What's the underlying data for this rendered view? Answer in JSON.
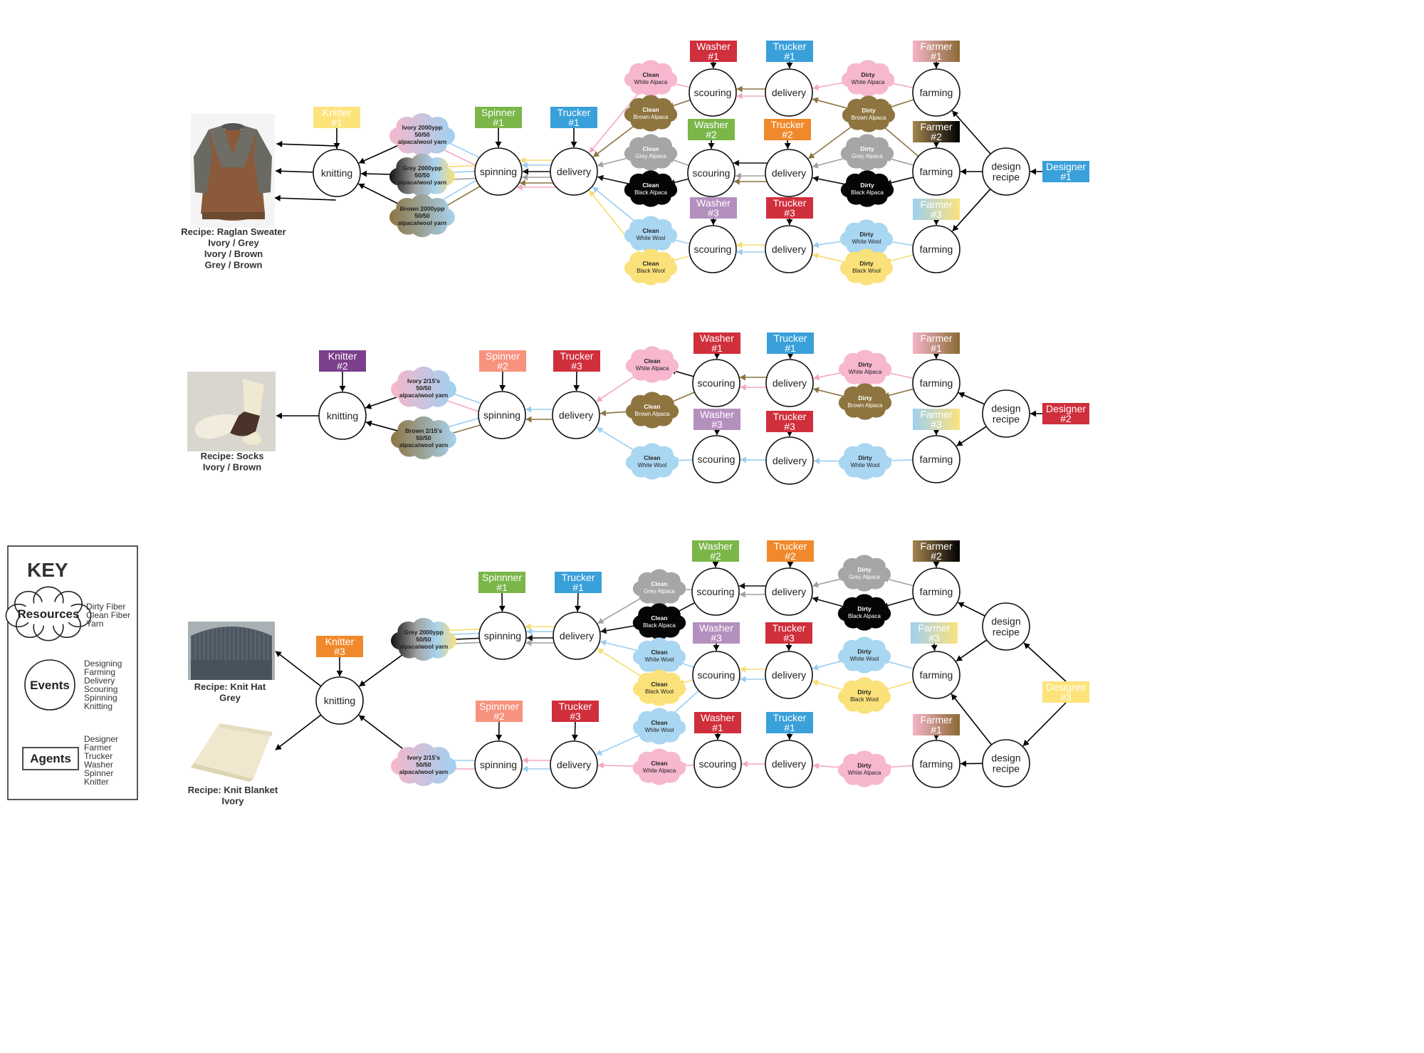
{
  "colors": {
    "yellow": "#fde37a",
    "purple": "#7b3f8c",
    "orange": "#f0892b",
    "green": "#7ab648",
    "salmon": "#f7927e",
    "blue": "#3aa0da",
    "red": "#d02f3c",
    "lilac": "#b490be",
    "pinkCloud": "#f6b7cf",
    "brownCloud": "#8e7540",
    "greyCloud": "#a6a6a6",
    "blackCloud": "#050505",
    "blueCloud": "#a9d6f1",
    "yellowCloud": "#fbe17a",
    "linkPink": "#f2a8c2",
    "linkBrown": "#8b7440",
    "linkGrey": "#a0a0a0",
    "linkBlack": "#111111",
    "linkBlue": "#9bcdf0",
    "linkYellow": "#f6dc6f"
  },
  "icons": [
    "sweater-photo",
    "socks-photo",
    "knit-hat-photo",
    "knit-blanket-photo"
  ],
  "sections": [
    {
      "caption": [
        "Recipe: Raglan Sweater",
        "Ivory / Grey",
        "Ivory / Brown",
        "Grey / Brown"
      ],
      "events": [
        {
          "id": "s1-knitting",
          "label": [
            "knitting"
          ]
        },
        {
          "id": "s1-spinning",
          "label": [
            "spinning"
          ]
        },
        {
          "id": "s1-delivery-spin",
          "label": [
            "delivery"
          ]
        },
        {
          "id": "s1-scouring-1",
          "label": [
            "scouring"
          ]
        },
        {
          "id": "s1-delivery-1",
          "label": [
            "delivery"
          ]
        },
        {
          "id": "s1-farming-1",
          "label": [
            "farming"
          ]
        },
        {
          "id": "s1-scouring-2",
          "label": [
            "scouring"
          ]
        },
        {
          "id": "s1-delivery-2",
          "label": [
            "delivery"
          ]
        },
        {
          "id": "s1-farming-2",
          "label": [
            "farming"
          ]
        },
        {
          "id": "s1-scouring-3",
          "label": [
            "scouring"
          ]
        },
        {
          "id": "s1-delivery-3",
          "label": [
            "delivery"
          ]
        },
        {
          "id": "s1-farming-3",
          "label": [
            "farming"
          ]
        },
        {
          "id": "s1-design",
          "label": [
            "design",
            "recipe"
          ]
        }
      ],
      "agents": [
        {
          "id": "s1-knitter",
          "label": [
            "Knitter",
            "#1"
          ],
          "color": "yellow",
          "text": "dark"
        },
        {
          "id": "s1-spinner",
          "label": [
            "Spinner",
            "#1"
          ],
          "color": "green"
        },
        {
          "id": "s1-trucker-spin",
          "label": [
            "Trucker",
            "#1"
          ],
          "color": "blue"
        },
        {
          "id": "s1-washer-1",
          "label": [
            "Washer",
            "#1"
          ],
          "color": "red"
        },
        {
          "id": "s1-trucker-1",
          "label": [
            "Trucker",
            "#1"
          ],
          "color": "blue"
        },
        {
          "id": "s1-farmer-1",
          "label": [
            "Farmer",
            "#1"
          ],
          "color": "farmer1"
        },
        {
          "id": "s1-washer-2",
          "label": [
            "Washer",
            "#2"
          ],
          "color": "green"
        },
        {
          "id": "s1-trucker-2",
          "label": [
            "Trucker",
            "#2"
          ],
          "color": "orange"
        },
        {
          "id": "s1-farmer-2",
          "label": [
            "Farmer",
            "#2"
          ],
          "color": "farmer2"
        },
        {
          "id": "s1-washer-3",
          "label": [
            "Washer",
            "#3"
          ],
          "color": "lilac"
        },
        {
          "id": "s1-trucker-3",
          "label": [
            "Trucker",
            "#3"
          ],
          "color": "red"
        },
        {
          "id": "s1-farmer-3",
          "label": [
            "Farmer",
            "#3"
          ],
          "color": "farmer3"
        },
        {
          "id": "s1-designer",
          "label": [
            "Designer",
            "#1"
          ],
          "color": "blue"
        }
      ],
      "clouds": [
        {
          "id": "s1-yarn-ivory",
          "label": [
            "Ivory 2000ypp",
            "50/50",
            "alpaca/wool yarn"
          ],
          "fill": "yarnIvory",
          "bold": [
            0,
            1,
            2
          ]
        },
        {
          "id": "s1-yarn-grey",
          "label": [
            "Grey 2000ypp",
            "50/50",
            "alpaca/wool yarn"
          ],
          "fill": "yarnGrey",
          "bold": [
            0,
            1,
            2
          ]
        },
        {
          "id": "s1-yarn-brown",
          "label": [
            "Brown 2000ypp",
            "50/50",
            "alpaca/wool yarn"
          ],
          "fill": "yarnBrown",
          "bold": [
            0,
            1,
            2
          ]
        },
        {
          "id": "s1-clean-white-alpaca",
          "label": [
            "Clean",
            "White Alpaca"
          ],
          "fill": "pinkCloud"
        },
        {
          "id": "s1-clean-brown-alpaca",
          "label": [
            "Clean",
            "Brown Alpaca"
          ],
          "fill": "brownCloud",
          "light": true
        },
        {
          "id": "s1-clean-grey-alpaca",
          "label": [
            "Clean",
            "Grey Alpaca"
          ],
          "fill": "greyCloud",
          "light": true
        },
        {
          "id": "s1-clean-black-alpaca",
          "label": [
            "Clean",
            "Black Alpaca"
          ],
          "fill": "blackCloud",
          "light": true
        },
        {
          "id": "s1-clean-white-wool",
          "label": [
            "Clean",
            "White Wool"
          ],
          "fill": "blueCloud"
        },
        {
          "id": "s1-clean-black-wool",
          "label": [
            "Clean",
            "Black Wool"
          ],
          "fill": "yellowCloud"
        },
        {
          "id": "s1-dirty-white-alpaca",
          "label": [
            "Dirty",
            "White Alpaca"
          ],
          "fill": "pinkCloud"
        },
        {
          "id": "s1-dirty-brown-alpaca",
          "label": [
            "Dirty",
            "Brown Alpaca"
          ],
          "fill": "brownCloud",
          "light": true
        },
        {
          "id": "s1-dirty-grey-alpaca",
          "label": [
            "Dirty",
            "Grey Alpaca"
          ],
          "fill": "greyCloud",
          "light": true
        },
        {
          "id": "s1-dirty-black-alpaca",
          "label": [
            "Dirty",
            "Black Alpaca"
          ],
          "fill": "blackCloud",
          "light": true
        },
        {
          "id": "s1-dirty-white-wool",
          "label": [
            "Dirty",
            "White Wool"
          ],
          "fill": "blueCloud"
        },
        {
          "id": "s1-dirty-black-wool",
          "label": [
            "Dirty",
            "Black Wool"
          ],
          "fill": "yellowCloud"
        }
      ]
    },
    {
      "caption": [
        "Recipe: Socks",
        "Ivory / Brown"
      ],
      "events": [
        {
          "id": "s2-knitting",
          "label": [
            "knitting"
          ]
        },
        {
          "id": "s2-spinning",
          "label": [
            "spinning"
          ]
        },
        {
          "id": "s2-delivery-spin",
          "label": [
            "delivery"
          ]
        },
        {
          "id": "s2-scouring-1",
          "label": [
            "scouring"
          ]
        },
        {
          "id": "s2-delivery-1",
          "label": [
            "delivery"
          ]
        },
        {
          "id": "s2-farming-1",
          "label": [
            "farming"
          ]
        },
        {
          "id": "s2-scouring-3",
          "label": [
            "scouring"
          ]
        },
        {
          "id": "s2-delivery-3",
          "label": [
            "delivery"
          ]
        },
        {
          "id": "s2-farming-3",
          "label": [
            "farming"
          ]
        },
        {
          "id": "s2-design",
          "label": [
            "design",
            "recipe"
          ]
        }
      ],
      "agents": [
        {
          "id": "s2-knitter",
          "label": [
            "Knitter",
            "#2"
          ],
          "color": "purple"
        },
        {
          "id": "s2-spinner",
          "label": [
            "Spinner",
            "#2"
          ],
          "color": "salmon"
        },
        {
          "id": "s2-trucker-spin",
          "label": [
            "Trucker",
            "#3"
          ],
          "color": "red"
        },
        {
          "id": "s2-washer-1",
          "label": [
            "Washer",
            "#1"
          ],
          "color": "red"
        },
        {
          "id": "s2-trucker-1",
          "label": [
            "Trucker",
            "#1"
          ],
          "color": "blue"
        },
        {
          "id": "s2-farmer-1",
          "label": [
            "Farmer",
            "#1"
          ],
          "color": "farmer1"
        },
        {
          "id": "s2-washer-3",
          "label": [
            "Washer",
            "#3"
          ],
          "color": "lilac"
        },
        {
          "id": "s2-trucker-3",
          "label": [
            "Trucker",
            "#3"
          ],
          "color": "red"
        },
        {
          "id": "s2-farmer-3",
          "label": [
            "Farmer",
            "#3"
          ],
          "color": "farmer3"
        },
        {
          "id": "s2-designer",
          "label": [
            "Designer",
            "#2"
          ],
          "color": "red"
        }
      ],
      "clouds": [
        {
          "id": "s2-yarn-ivory",
          "label": [
            "Ivory 2/15's",
            "50/50",
            "alpaca/wool yarn"
          ],
          "fill": "yarnIvory",
          "bold": [
            0,
            1,
            2
          ]
        },
        {
          "id": "s2-yarn-brown",
          "label": [
            "Brown 2/15's",
            "50/50",
            "alpaca/wool yarn"
          ],
          "fill": "yarnBrown",
          "bold": [
            0,
            1,
            2
          ]
        },
        {
          "id": "s2-clean-white-alpaca",
          "label": [
            "Clean",
            "White Alpaca"
          ],
          "fill": "pinkCloud"
        },
        {
          "id": "s2-clean-brown-alpaca",
          "label": [
            "Clean",
            "Brown Alpaca"
          ],
          "fill": "brownCloud",
          "light": true
        },
        {
          "id": "s2-clean-white-wool",
          "label": [
            "Clean",
            "White Wool"
          ],
          "fill": "blueCloud"
        },
        {
          "id": "s2-dirty-white-alpaca",
          "label": [
            "Dirty",
            "White Alpaca"
          ],
          "fill": "pinkCloud"
        },
        {
          "id": "s2-dirty-brown-alpaca",
          "label": [
            "Dirty",
            "Brown Alpaca"
          ],
          "fill": "brownCloud",
          "light": true
        },
        {
          "id": "s2-dirty-white-wool",
          "label": [
            "Dirty",
            "White Wool"
          ],
          "fill": "blueCloud"
        }
      ]
    },
    {
      "caption": [
        "Recipe: Knit Hat",
        "Grey"
      ],
      "caption2": [
        "Recipe: Knit Blanket",
        "Ivory"
      ],
      "events": [
        {
          "id": "s3-knitting",
          "label": [
            "knitting"
          ]
        },
        {
          "id": "s3-spinning-1",
          "label": [
            "spinning"
          ]
        },
        {
          "id": "s3-delivery-spin-1",
          "label": [
            "delivery"
          ]
        },
        {
          "id": "s3-scouring-2",
          "label": [
            "scouring"
          ]
        },
        {
          "id": "s3-delivery-2",
          "label": [
            "delivery"
          ]
        },
        {
          "id": "s3-farming-2",
          "label": [
            "farming"
          ]
        },
        {
          "id": "s3-scouring-3",
          "label": [
            "scouring"
          ]
        },
        {
          "id": "s3-delivery-3",
          "label": [
            "delivery"
          ]
        },
        {
          "id": "s3-farming-3",
          "label": [
            "farming"
          ]
        },
        {
          "id": "s3-design-1",
          "label": [
            "design",
            "recipe"
          ]
        },
        {
          "id": "s3-spinning-2",
          "label": [
            "spinning"
          ]
        },
        {
          "id": "s3-delivery-spin-2",
          "label": [
            "delivery"
          ]
        },
        {
          "id": "s3-scouring-1",
          "label": [
            "scouring"
          ]
        },
        {
          "id": "s3-delivery-1",
          "label": [
            "delivery"
          ]
        },
        {
          "id": "s3-farming-1",
          "label": [
            "farming"
          ]
        },
        {
          "id": "s3-design-2",
          "label": [
            "design",
            "recipe"
          ]
        }
      ],
      "agents": [
        {
          "id": "s3-knitter",
          "label": [
            "Knitter",
            "#3"
          ],
          "color": "orange"
        },
        {
          "id": "s3-spinner-1",
          "label": [
            "Spinnner",
            "#1"
          ],
          "color": "green"
        },
        {
          "id": "s3-trucker-spin-1",
          "label": [
            "Trucker",
            "#1"
          ],
          "color": "blue"
        },
        {
          "id": "s3-washer-2",
          "label": [
            "Washer",
            "#2"
          ],
          "color": "green"
        },
        {
          "id": "s3-trucker-2",
          "label": [
            "Trucker",
            "#2"
          ],
          "color": "orange"
        },
        {
          "id": "s3-farmer-2",
          "label": [
            "Farmer",
            "#2"
          ],
          "color": "farmer2"
        },
        {
          "id": "s3-washer-3",
          "label": [
            "Washer",
            "#3"
          ],
          "color": "lilac"
        },
        {
          "id": "s3-trucker-3",
          "label": [
            "Trucker",
            "#3"
          ],
          "color": "red"
        },
        {
          "id": "s3-farmer-3",
          "label": [
            "Farmer",
            "#3"
          ],
          "color": "farmer3"
        },
        {
          "id": "s3-spinner-2",
          "label": [
            "Spinnner",
            "#2"
          ],
          "color": "salmon"
        },
        {
          "id": "s3-trucker-spin-2",
          "label": [
            "Trucker",
            "#3"
          ],
          "color": "red"
        },
        {
          "id": "s3-washer-1",
          "label": [
            "Washer",
            "#1"
          ],
          "color": "red"
        },
        {
          "id": "s3-trucker-1",
          "label": [
            "Trucker",
            "#1"
          ],
          "color": "blue"
        },
        {
          "id": "s3-farmer-1",
          "label": [
            "Farmer",
            "#1"
          ],
          "color": "farmer1"
        },
        {
          "id": "s3-designer",
          "label": [
            "Designer",
            "#3"
          ],
          "color": "yellow",
          "text": "dark"
        }
      ],
      "clouds": [
        {
          "id": "s3-yarn-grey",
          "label": [
            "Grey 2000ypp",
            "50/50",
            "alpaca/wool yarn"
          ],
          "fill": "yarnGrey",
          "bold": [
            0,
            1,
            2
          ]
        },
        {
          "id": "s3-yarn-ivory",
          "label": [
            "Ivory 2/15's",
            "50/50",
            "alpaca/wool yarn"
          ],
          "fill": "yarnIvory",
          "bold": [
            0,
            1,
            2
          ]
        },
        {
          "id": "s3-clean-grey-alpaca",
          "label": [
            "Clean",
            "Grey Alpaca"
          ],
          "fill": "greyCloud",
          "light": true
        },
        {
          "id": "s3-clean-black-alpaca",
          "label": [
            "Clean",
            "Black Alpaca"
          ],
          "fill": "blackCloud",
          "light": true
        },
        {
          "id": "s3-clean-white-wool",
          "label": [
            "Clean",
            "White Wool"
          ],
          "fill": "blueCloud"
        },
        {
          "id": "s3-clean-black-wool",
          "label": [
            "Clean",
            "Black Wool"
          ],
          "fill": "yellowCloud"
        },
        {
          "id": "s3-clean-white-wool-2",
          "label": [
            "Clean",
            "White Wool"
          ],
          "fill": "blueCloud"
        },
        {
          "id": "s3-clean-white-alpaca",
          "label": [
            "Clean",
            "White Alpaca"
          ],
          "fill": "pinkCloud"
        },
        {
          "id": "s3-dirty-grey-alpaca",
          "label": [
            "Dirty",
            "Grey Alpaca"
          ],
          "fill": "greyCloud",
          "light": true
        },
        {
          "id": "s3-dirty-black-alpaca",
          "label": [
            "Dirty",
            "Black Alpaca"
          ],
          "fill": "blackCloud",
          "light": true
        },
        {
          "id": "s3-dirty-white-wool",
          "label": [
            "Dirty",
            "White Wool"
          ],
          "fill": "blueCloud"
        },
        {
          "id": "s3-dirty-black-wool",
          "label": [
            "Dirty",
            "Black Wool"
          ],
          "fill": "yellowCloud"
        },
        {
          "id": "s3-dirty-white-alpaca",
          "label": [
            "Dirty",
            "White Alpaca"
          ],
          "fill": "pinkCloud"
        }
      ]
    }
  ],
  "key": {
    "title": "KEY",
    "resources": {
      "label": "Resources",
      "items": [
        "Dirty Fiber",
        "Clean Fiber",
        "Yarn"
      ]
    },
    "events": {
      "label": "Events",
      "items": [
        "Designing",
        "Farming",
        "Delivery",
        "Scouring",
        "Spinning",
        "Knitting"
      ]
    },
    "agents": {
      "label": "Agents",
      "items": [
        "Designer",
        "Farmer",
        "Trucker",
        "Washer",
        "Spinner",
        "Knitter"
      ]
    }
  }
}
